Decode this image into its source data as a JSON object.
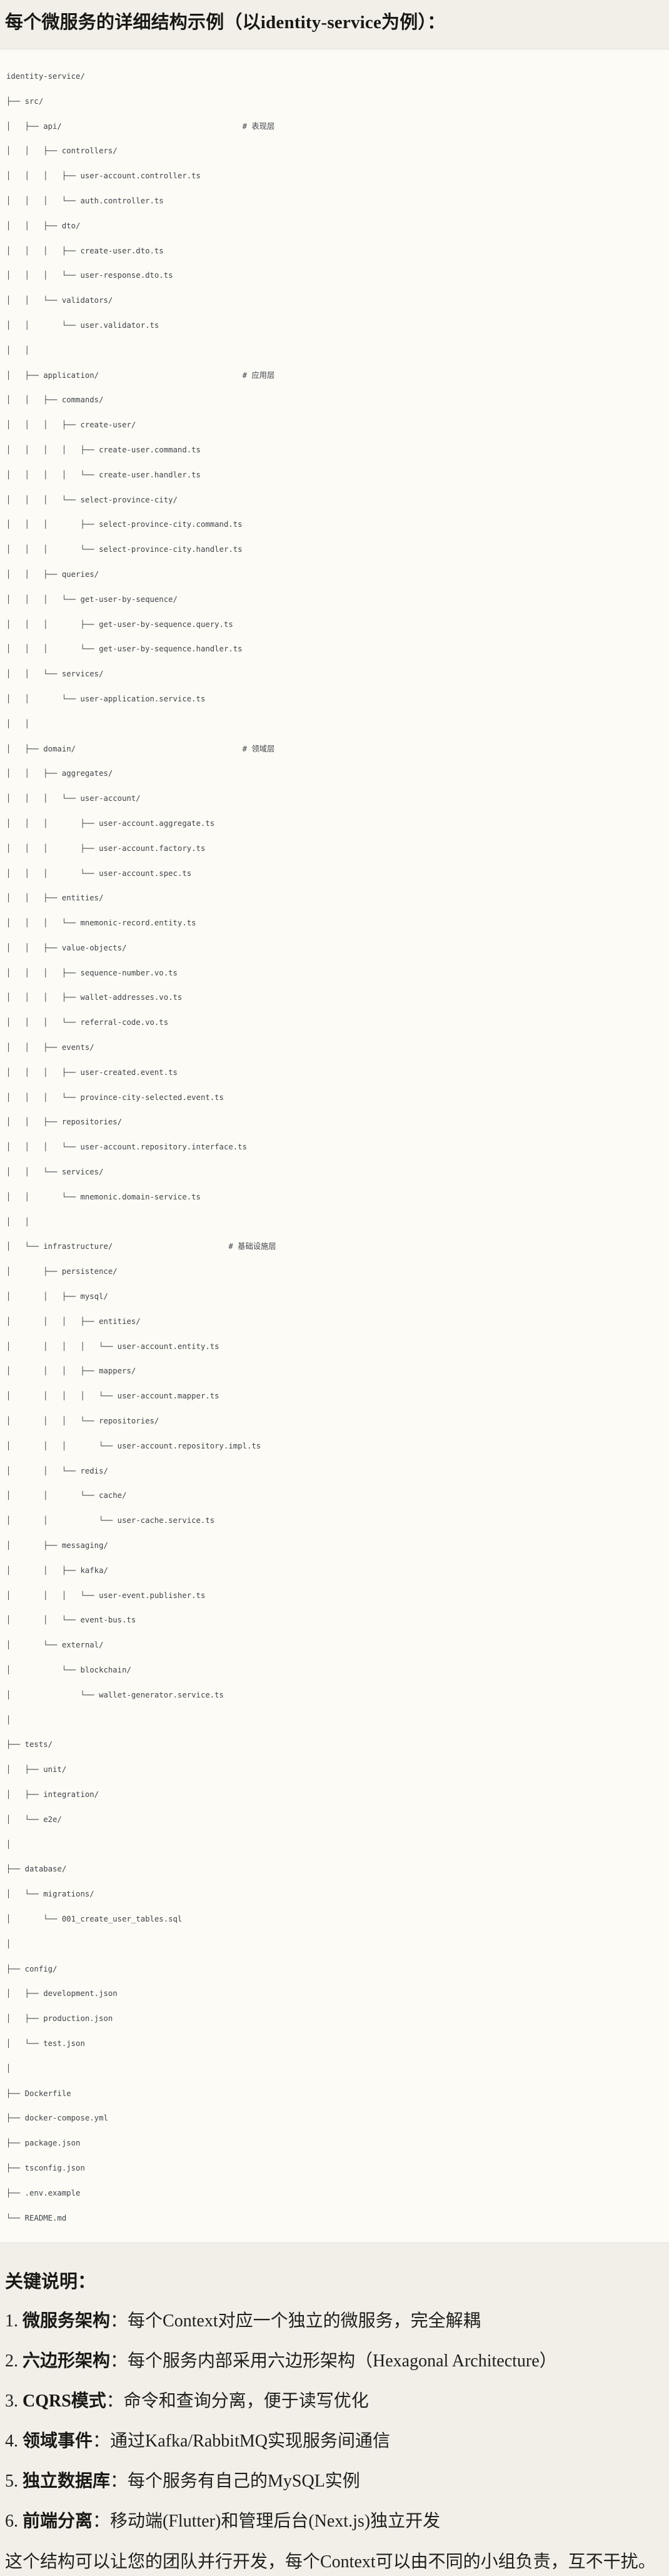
{
  "page": {
    "title": "每个微服务的详细结构示例（以identity-service为例）：",
    "section_heading": "关键说明：",
    "closing": "这个结构可以让您的团队并行开发，每个Context可以由不同的小组负责，互不干扰。"
  },
  "colors": {
    "page_bg": "#f1efe8",
    "code_bg": "#fcfbf6",
    "code_border": "#e4e2d8",
    "tree_text": "#3f444a",
    "body_text": "#201f1c"
  },
  "tree": {
    "lines": [
      "identity-service/",
      "├── src/",
      {
        "text": "│   ├── api/",
        "comment": "# 表现层",
        "col": 51
      },
      "│   │   ├── controllers/",
      "│   │   │   ├── user-account.controller.ts",
      "│   │   │   └── auth.controller.ts",
      "│   │   ├── dto/",
      "│   │   │   ├── create-user.dto.ts",
      "│   │   │   └── user-response.dto.ts",
      "│   │   └── validators/",
      "│   │       └── user.validator.ts",
      "│   │",
      {
        "text": "│   ├── application/",
        "comment": "# 应用层",
        "col": 51
      },
      "│   │   ├── commands/",
      "│   │   │   ├── create-user/",
      "│   │   │   │   ├── create-user.command.ts",
      "│   │   │   │   └── create-user.handler.ts",
      "│   │   │   └── select-province-city/",
      "│   │   │       ├── select-province-city.command.ts",
      "│   │   │       └── select-province-city.handler.ts",
      "│   │   ├── queries/",
      "│   │   │   └── get-user-by-sequence/",
      "│   │   │       ├── get-user-by-sequence.query.ts",
      "│   │   │       └── get-user-by-sequence.handler.ts",
      "│   │   └── services/",
      "│   │       └── user-application.service.ts",
      "│   │",
      {
        "text": "│   ├── domain/",
        "comment": "# 领域层",
        "col": 51
      },
      "│   │   ├── aggregates/",
      "│   │   │   └── user-account/",
      "│   │   │       ├── user-account.aggregate.ts",
      "│   │   │       ├── user-account.factory.ts",
      "│   │   │       └── user-account.spec.ts",
      "│   │   ├── entities/",
      "│   │   │   └── mnemonic-record.entity.ts",
      "│   │   ├── value-objects/",
      "│   │   │   ├── sequence-number.vo.ts",
      "│   │   │   ├── wallet-addresses.vo.ts",
      "│   │   │   └── referral-code.vo.ts",
      "│   │   ├── events/",
      "│   │   │   ├── user-created.event.ts",
      "│   │   │   └── province-city-selected.event.ts",
      "│   │   ├── repositories/",
      "│   │   │   └── user-account.repository.interface.ts",
      "│   │   └── services/",
      "│   │       └── mnemonic.domain-service.ts",
      "│   │",
      {
        "text": "│   └── infrastructure/",
        "comment": "# 基础设施层",
        "col": 48
      },
      "│       ├── persistence/",
      "│       │   ├── mysql/",
      "│       │   │   ├── entities/",
      "│       │   │   │   └── user-account.entity.ts",
      "│       │   │   ├── mappers/",
      "│       │   │   │   └── user-account.mapper.ts",
      "│       │   │   └── repositories/",
      "│       │   │       └── user-account.repository.impl.ts",
      "│       │   └── redis/",
      "│       │       └── cache/",
      "│       │           └── user-cache.service.ts",
      "│       ├── messaging/",
      "│       │   ├── kafka/",
      "│       │   │   └── user-event.publisher.ts",
      "│       │   └── event-bus.ts",
      "│       └── external/",
      "│           └── blockchain/",
      "│               └── wallet-generator.service.ts",
      "│",
      "├── tests/",
      "│   ├── unit/",
      "│   ├── integration/",
      "│   └── e2e/",
      "│",
      "├── database/",
      "│   └── migrations/",
      "│       └── 001_create_user_tables.sql",
      "│",
      "├── config/",
      "│   ├── development.json",
      "│   ├── production.json",
      "│   └── test.json",
      "│",
      "├── Dockerfile",
      "├── docker-compose.yml",
      "├── package.json",
      "├── tsconfig.json",
      "├── .env.example",
      "└── README.md"
    ]
  },
  "notes": [
    {
      "num": "1. ",
      "label": "微服务架构",
      "text": "：每个Context对应一个独立的微服务，完全解耦"
    },
    {
      "num": "2. ",
      "label": "六边形架构",
      "text": "：每个服务内部采用六边形架构（Hexagonal Architecture）"
    },
    {
      "num": "3. ",
      "label": "CQRS模式",
      "text": "：命令和查询分离，便于读写优化"
    },
    {
      "num": "4. ",
      "label": "领域事件",
      "text": "：通过Kafka/RabbitMQ实现服务间通信"
    },
    {
      "num": "5. ",
      "label": "独立数据库",
      "text": "：每个服务有自己的MySQL实例"
    },
    {
      "num": "6. ",
      "label": "前端分离",
      "text": "：移动端(Flutter)和管理后台(Next.js)独立开发"
    }
  ]
}
